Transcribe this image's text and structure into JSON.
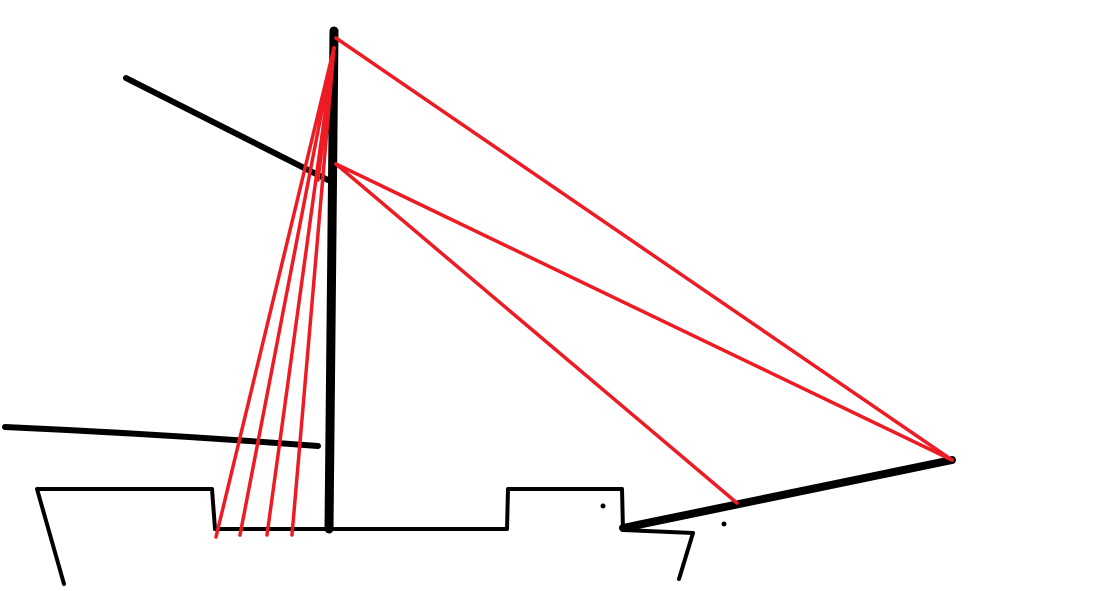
{
  "drawing": {
    "background_color": "#ffffff",
    "hull_color": "#000000",
    "rigging_color": "#ed1c24",
    "elements": [
      "hull",
      "mast",
      "upper-spar",
      "lower-boom",
      "bowsprit",
      "rigging-lines",
      "deck-dots"
    ]
  }
}
